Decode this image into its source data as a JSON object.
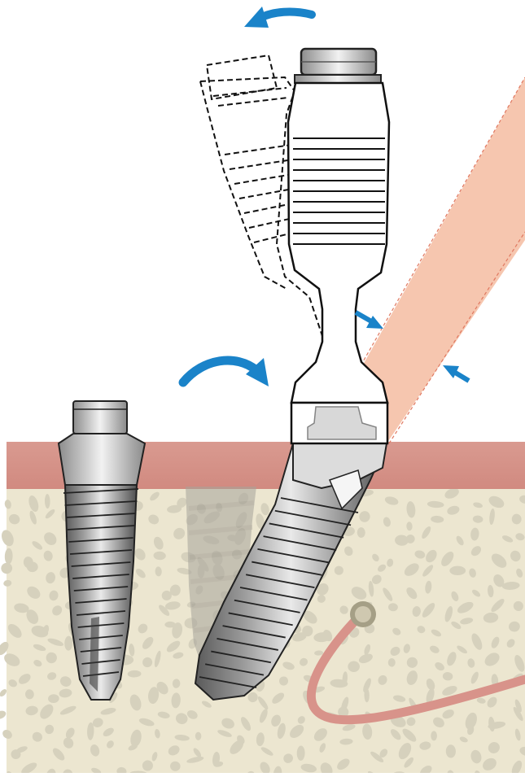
{
  "figure": {
    "type": "dental-implant-illustration",
    "text": []
  },
  "colors": {
    "background": "#ffffff",
    "gingiva": "#d8968c",
    "bone": "#ece6d0",
    "bone_spots": "#d6d1bd",
    "guide": "#f6c3ab",
    "guide_edge": "#e07860",
    "arrow": "#1a83c9",
    "metal_dark": "#5e5e5e",
    "metal_light": "#e4e4e4",
    "nerve": "#d8938a",
    "ghost_implant": "#9c9c95"
  },
  "elements": [
    "gingiva-layer",
    "bone-layer",
    "straight-implant",
    "ghost-implant",
    "tilted-implant",
    "insertion-tool",
    "tool-outline-tilted",
    "drill-guide-band",
    "rotation-arrow-top",
    "rotation-arrow-middle",
    "pointer-arrow-1",
    "pointer-arrow-2",
    "nerve-canal"
  ]
}
